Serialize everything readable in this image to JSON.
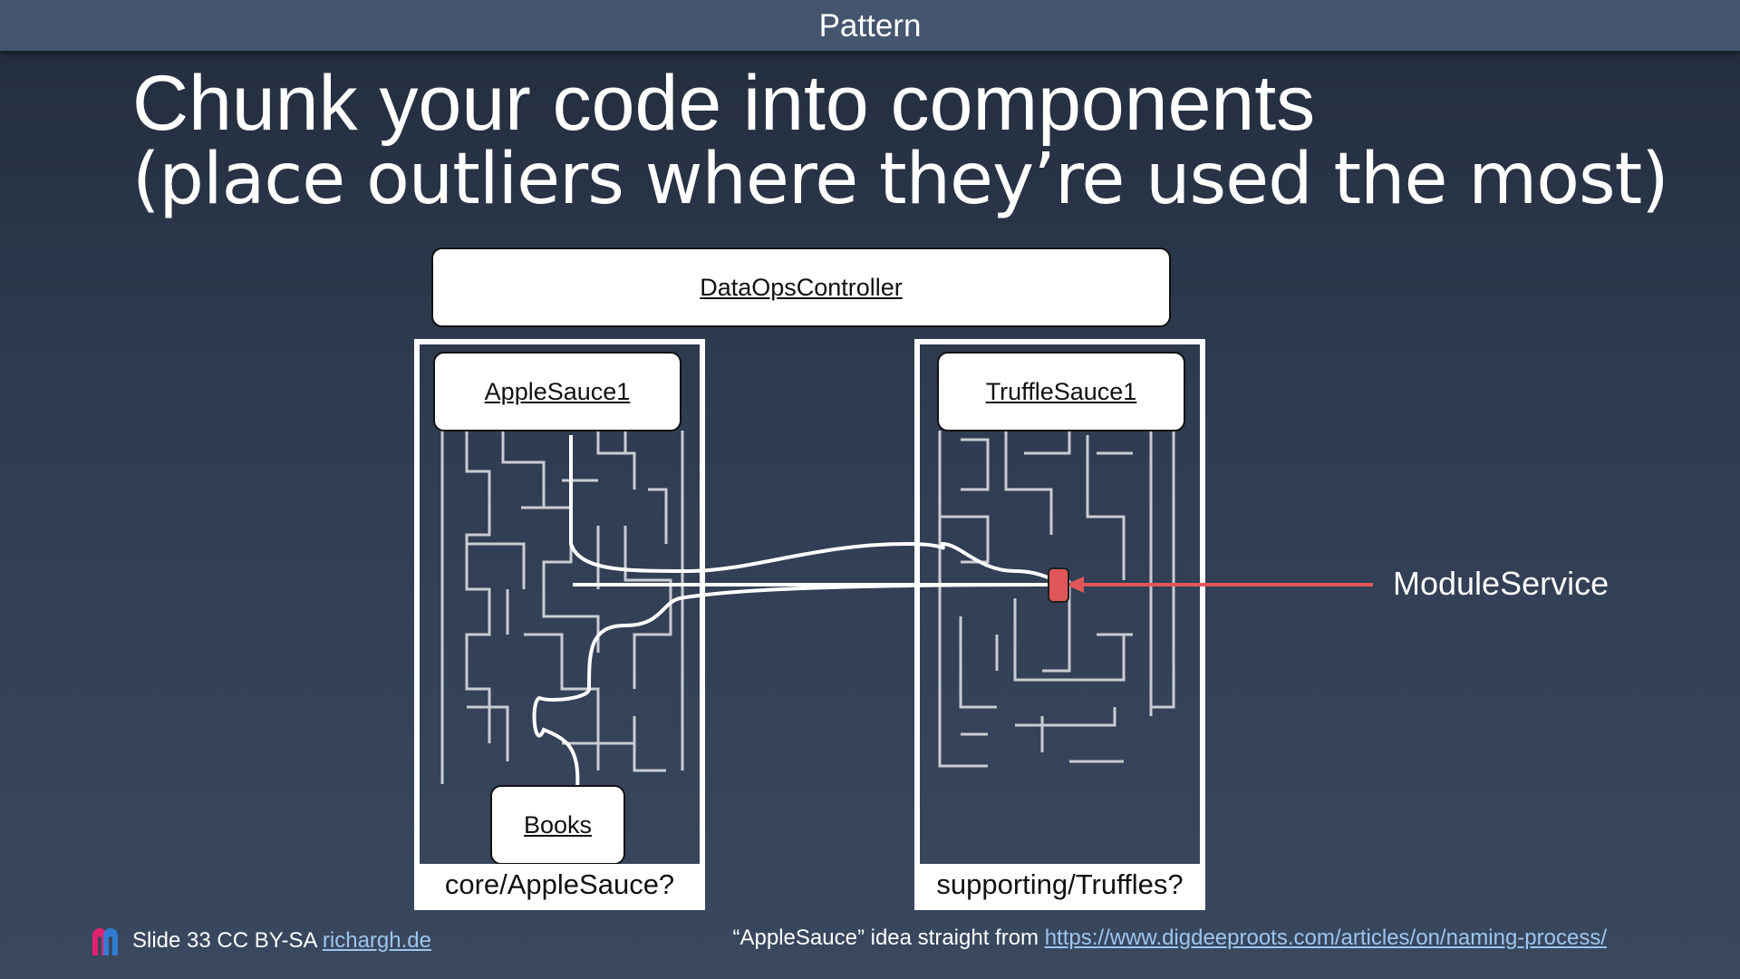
{
  "header": {
    "title": "Pattern"
  },
  "slide": {
    "title_line1": "Chunk your code into components",
    "title_line2": "(place outliers where they’re used the most)"
  },
  "diagram": {
    "controller": "DataOpsController",
    "left_component": "AppleSauce1",
    "left_sub": "Books",
    "left_label": "core/AppleSauce?",
    "right_component": "TruffleSauce1",
    "right_label": "supporting/Truffles?",
    "service_label": "ModuleService",
    "service_color": "#e15759"
  },
  "footer": {
    "slide_text": "Slide 33 CC BY-SA ",
    "site_link": "richargh.de",
    "credit_text": "“AppleSauce” idea straight from ",
    "credit_link": "https://www.digdeeproots.com/articles/on/naming-process/"
  }
}
